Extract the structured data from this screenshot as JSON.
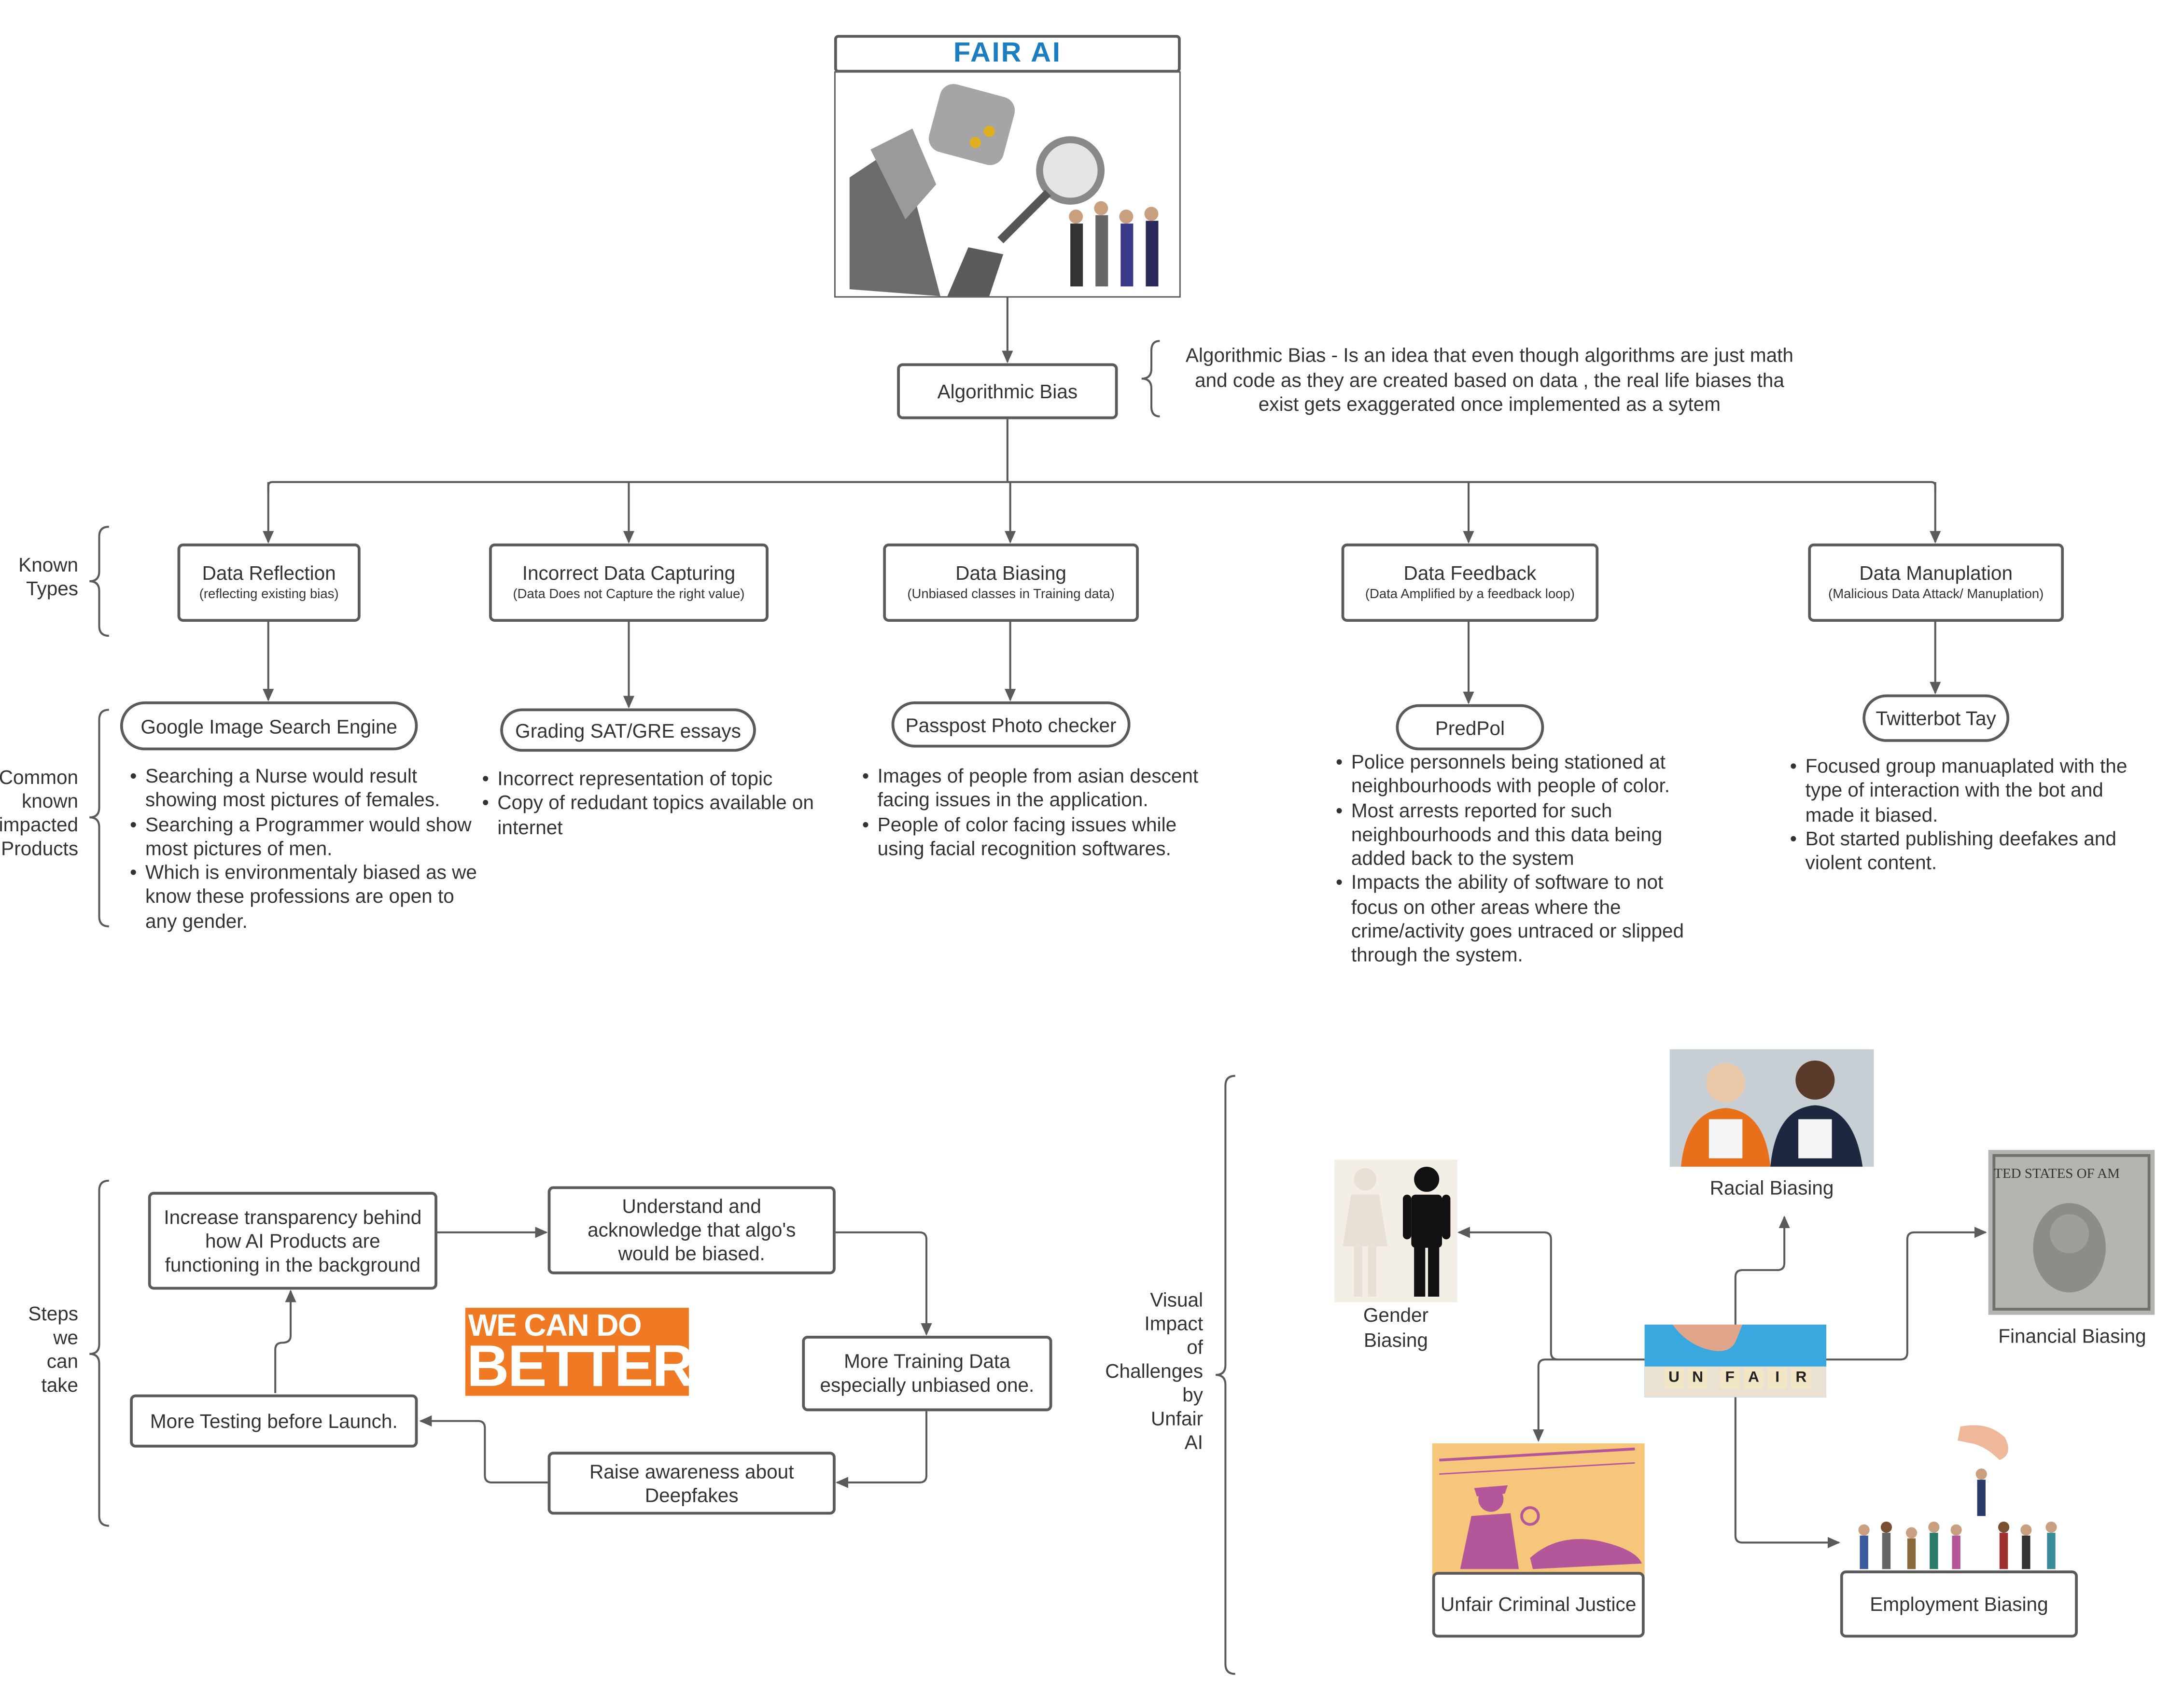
{
  "title": "FAIR AI",
  "root": {
    "label": "Algorithmic Bias",
    "definition": [
      "Algorithmic Bias - Is an idea that even though algorithms are just math",
      "and code as they are created based on data , the real life biases tha",
      "exist gets exaggerated once implemented as a sytem"
    ]
  },
  "side_labels": {
    "known_types": [
      "Known",
      "Types"
    ],
    "common_products": [
      "Common",
      "known",
      "impacted",
      "Products"
    ],
    "steps": [
      "Steps",
      "we",
      "can",
      "take"
    ],
    "visual_impact": [
      "Visual",
      "Impact",
      "of",
      "Challenges",
      "by",
      "Unfair",
      "AI"
    ]
  },
  "types": [
    {
      "name": "Data Reflection",
      "sub": "(reflecting existing bias)",
      "product": "Google Image Search Engine",
      "bullets": [
        "Searching a Nurse would result showing most pictures of females.",
        "Searching a Programmer would show most pictures of men.",
        "Which is environmentaly biased as we know these professions are open to any gender."
      ]
    },
    {
      "name": "Incorrect Data Capturing",
      "sub": "(Data Does not Capture the right value)",
      "product": "Grading SAT/GRE essays",
      "bullets": [
        "Incorrect representation of topic",
        "Copy of redudant topics available on internet"
      ]
    },
    {
      "name": "Data Biasing",
      "sub": "(Unbiased classes in Training data)",
      "product": "Passpost Photo checker",
      "bullets": [
        "Images of people from asian descent facing issues in the application.",
        "People of color facing issues while using facial recognition softwares."
      ]
    },
    {
      "name": "Data Feedback",
      "sub": "(Data Amplified by a feedback loop)",
      "product": "PredPol",
      "bullets": [
        "Police personnels being stationed at neighbourhoods with people of color.",
        "Most arrests reported for such neighbourhoods and this data being added back to the system",
        "Impacts the ability of software to not focus on other areas where the crime/activity goes untraced or slipped through the system."
      ]
    },
    {
      "name": "Data Manuplation",
      "sub": "(Malicious Data Attack/ Manuplation)",
      "product": "Twitterbot Tay",
      "bullets": [
        "Focused group manuaplated with the type of interaction with the bot and made it biased.",
        "Bot started publishing deefakes and violent content."
      ]
    }
  ],
  "steps": {
    "transparency": "Increase transparency behind how AI Products are functioning in the background",
    "understand": "Understand and acknowledge that algo's would be biased.",
    "training": "More Training Data especially unbiased one.",
    "awareness": "Raise awareness about Deepfakes",
    "testing": "More Testing before Launch.",
    "banner_line1": "WE CAN DO",
    "banner_line2": "BETTER"
  },
  "impacts": {
    "center_tiles": [
      "U",
      "N",
      "F",
      "A",
      "I",
      "R"
    ],
    "gender": [
      "Gender",
      "Biasing"
    ],
    "racial": "Racial Biasing",
    "financial": "Financial Biasing",
    "criminal": "Unfair Criminal Justice",
    "employment": "Employment Biasing",
    "banknote_text": "TED STATES OF AM"
  },
  "colors": {
    "title": "#1b7ec0",
    "line": "#5a5a5a",
    "banner": "#f07a23",
    "criminal_bg": "#f6c77a",
    "criminal_fig": "#b3569a"
  }
}
